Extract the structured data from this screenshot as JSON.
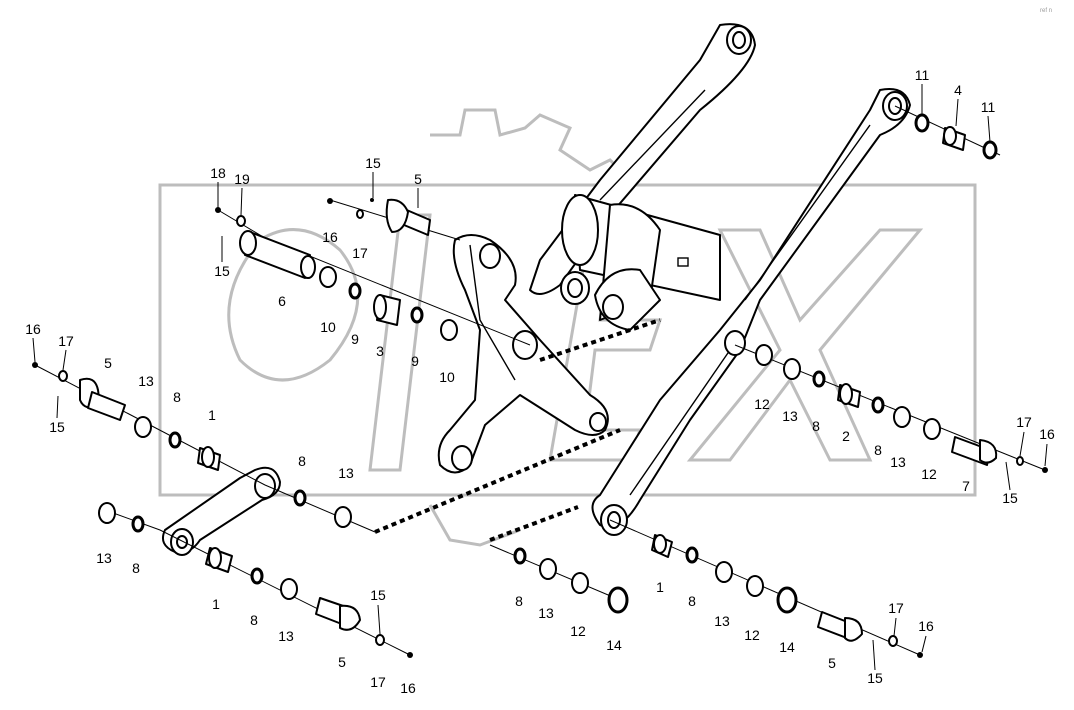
{
  "diagram": {
    "watermark_text": "OPEX",
    "corner_stamp": "ref n",
    "labels": {
      "c1": "1",
      "c2": "2",
      "c3": "3",
      "c4": "4",
      "c5": "5",
      "c6": "6",
      "c7": "7",
      "c8": "8",
      "c9": "9",
      "c10": "10",
      "c11": "11",
      "c12": "12",
      "c13": "13",
      "c14": "14",
      "c15": "15",
      "c16": "16",
      "c17": "17",
      "c18": "18",
      "c19": "19"
    }
  }
}
